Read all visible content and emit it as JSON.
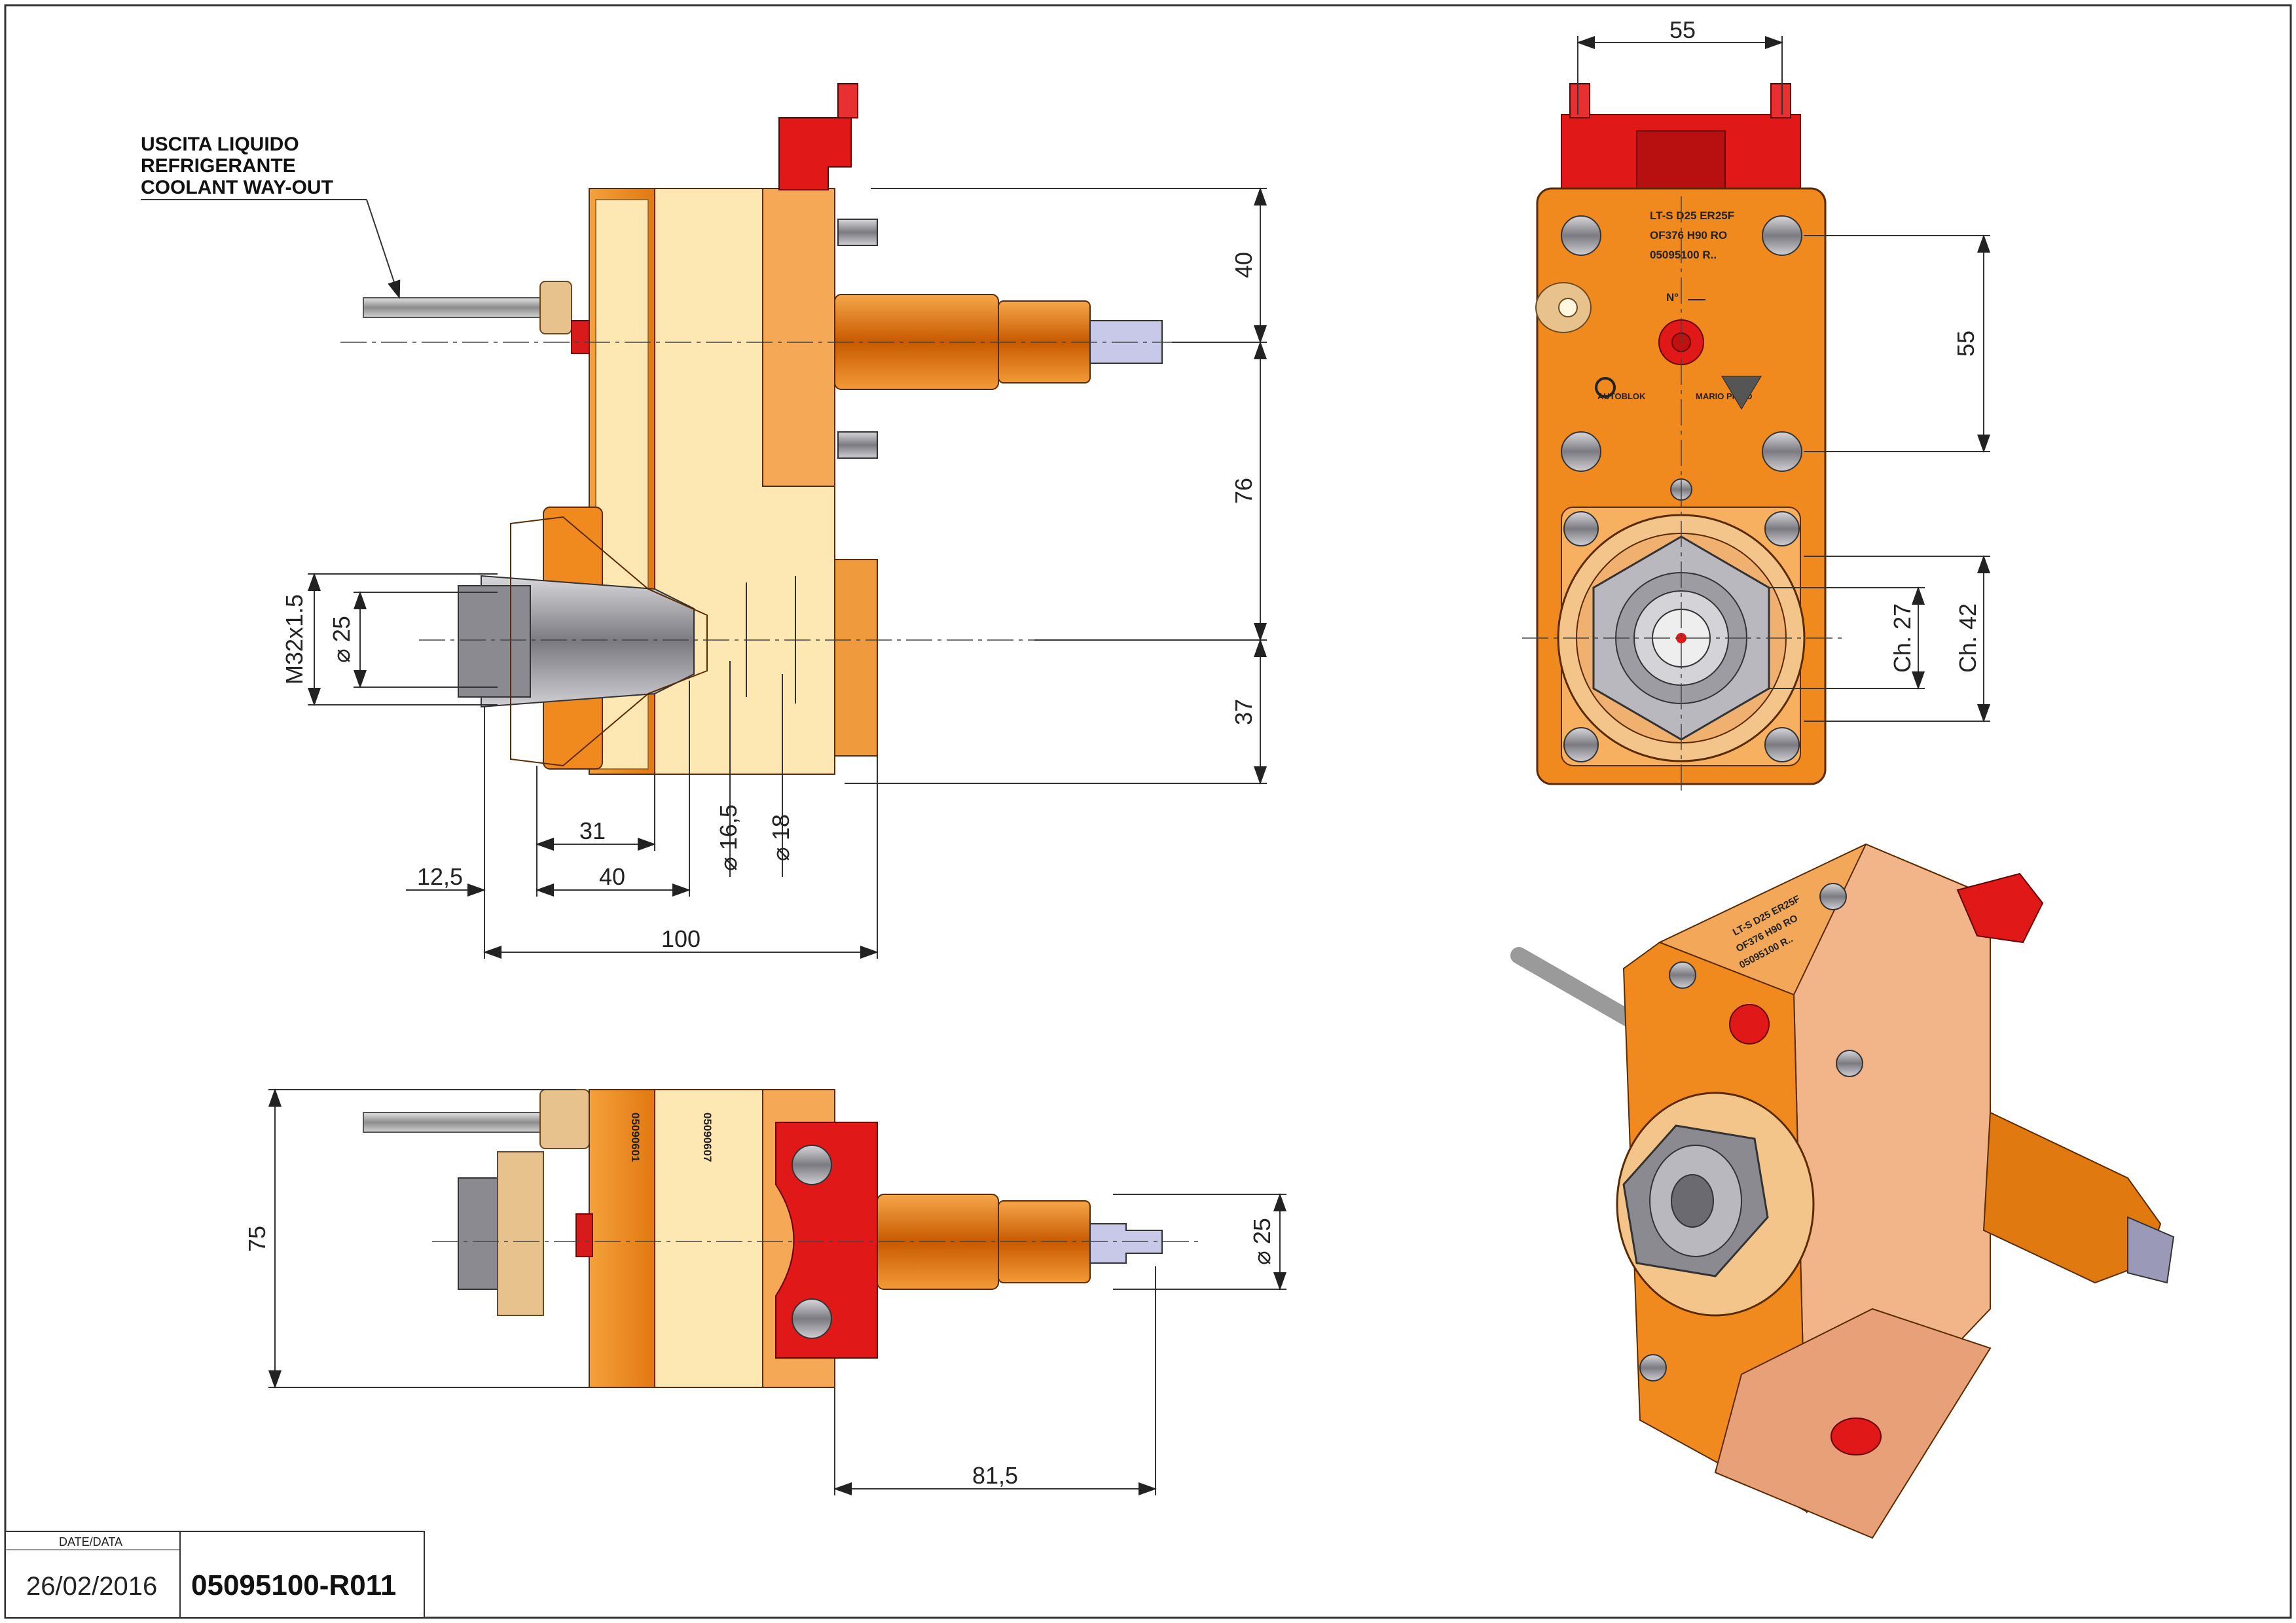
{
  "notes": {
    "coolant_line1": "USCITA LIQUIDO",
    "coolant_line2": "REFRIGERANTE",
    "coolant_line3": "COOLANT WAY-OUT"
  },
  "dimensions": {
    "side_40": "40",
    "side_76": "76",
    "side_37": "37",
    "thread": "M32x1.5",
    "dia25_left": "⌀ 25",
    "len31": "31",
    "len12_5": "12,5",
    "len40": "40",
    "len100": "100",
    "dia16_5": "⌀ 16,5",
    "dia18": "⌀ 18",
    "front_55_top": "55",
    "front_55_right": "55",
    "ch27": "Ch. 27",
    "ch42": "Ch. 42",
    "top_75": "75",
    "top_dia25": "⌀ 25",
    "top_81_5": "81,5"
  },
  "labels": {
    "plate_line1": "LT-S D25 ER25F",
    "plate_line2": "OF376 H90 RO",
    "plate_line3": "05095100 R..",
    "number_mark": "N°",
    "brand_left": "AUTOBLOK",
    "brand_right": "MARIO PINTO",
    "part_a": "05090601",
    "part_b": "05090607"
  },
  "title_block": {
    "date_label": "DATE/DATA",
    "date_value": "26/02/2016",
    "drawing_code": "05095100-R011"
  },
  "colors": {
    "body_orange": "#f08a1e",
    "body_light": "#fde7b2",
    "shaft": "#e07a10",
    "clamp_red": "#e01818",
    "steel": "#9a9aa0"
  }
}
